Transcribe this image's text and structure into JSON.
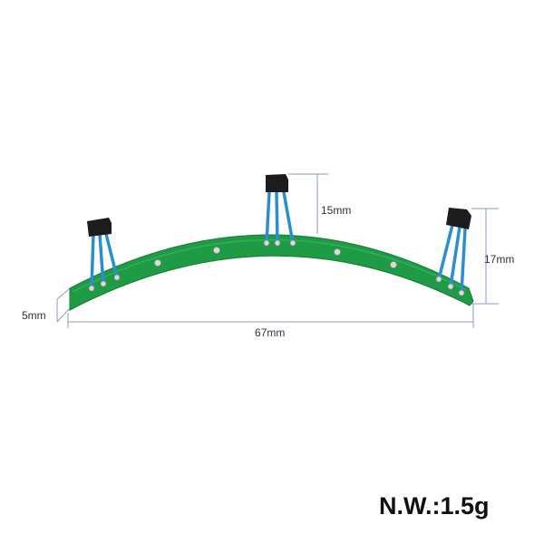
{
  "dimensions": {
    "sensor_height": "15mm",
    "total_height": "17mm",
    "board_thickness": "5mm",
    "length": "67mm"
  },
  "net_weight": "N.W.:1.5g",
  "colors": {
    "pcb": "#1f9a45",
    "wire": "#2a8fd0",
    "sensor": "#1c1c1c",
    "dimension_line": "#7d93b5"
  }
}
